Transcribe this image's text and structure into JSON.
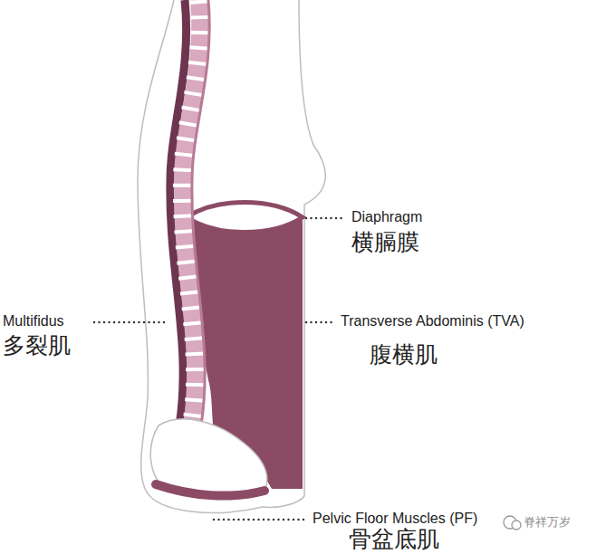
{
  "diagram": {
    "labels": [
      "Diaphragm",
      "横膈膜",
      "Multifidus",
      "多裂肌",
      "Transverse Abdominis (TVA)",
      "腹横肌",
      "Pelvic Floor Muscles (PF)",
      "骨盆底肌",
      "脊祥万岁"
    ]
  }
}
